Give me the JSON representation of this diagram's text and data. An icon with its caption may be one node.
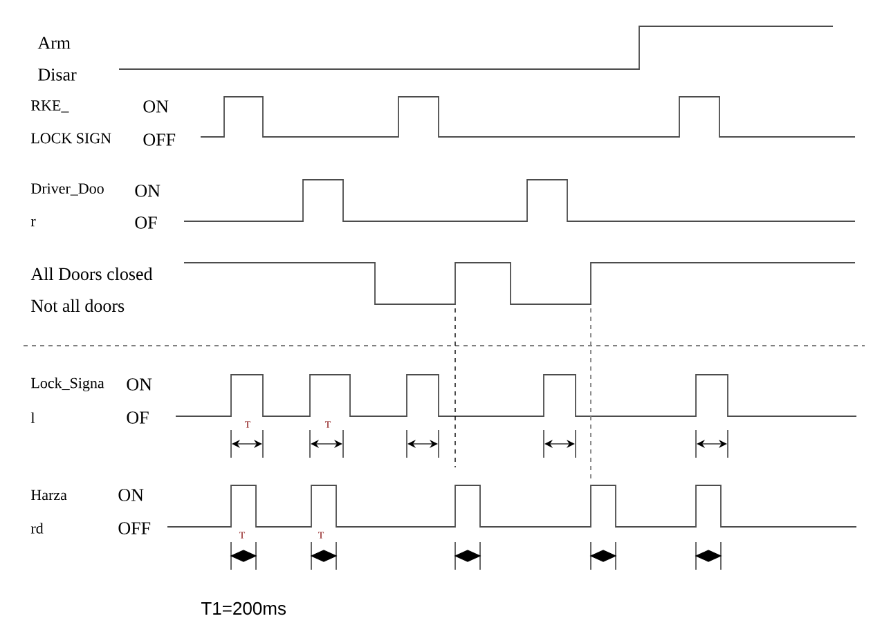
{
  "diagram": {
    "labels": [
      "Arm",
      "Disar",
      "RKE_",
      "ON",
      "LOCK SIGN",
      "OFF",
      "Driver_Doo",
      "ON",
      "r",
      "OF",
      "All Doors closed",
      "Not all doors",
      "Lock_Signa",
      "ON",
      "l",
      "OF",
      "T",
      "T",
      "Harza",
      "ON",
      "rd",
      "OFF",
      "T",
      "T",
      "T1=200ms"
    ]
  }
}
